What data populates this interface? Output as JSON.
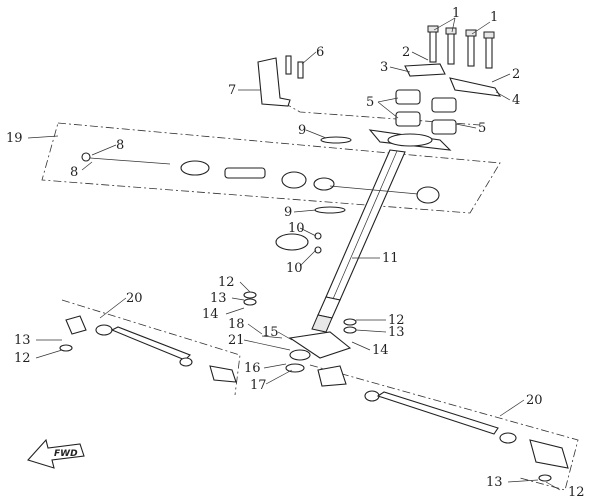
{
  "callouts": {
    "c1a": "1",
    "c1b": "1",
    "c2a": "2",
    "c2b": "2",
    "c3": "3",
    "c4": "4",
    "c5a": "5",
    "c5b": "5",
    "c6": "6",
    "c7": "7",
    "c8a": "8",
    "c8b": "8",
    "c9a": "9",
    "c9b": "9",
    "c10a": "10",
    "c10b": "10",
    "c11": "11",
    "c12a": "12",
    "c12b": "12",
    "c12c": "12",
    "c12d": "12",
    "c13a": "13",
    "c13b": "13",
    "c13c": "13",
    "c13d": "13",
    "c14a": "14",
    "c14b": "14",
    "c15": "15",
    "c16": "16",
    "c17": "17",
    "c18": "18",
    "c19": "19",
    "c20a": "20",
    "c20b": "20",
    "c21": "21"
  },
  "direction_badge": "FWD"
}
